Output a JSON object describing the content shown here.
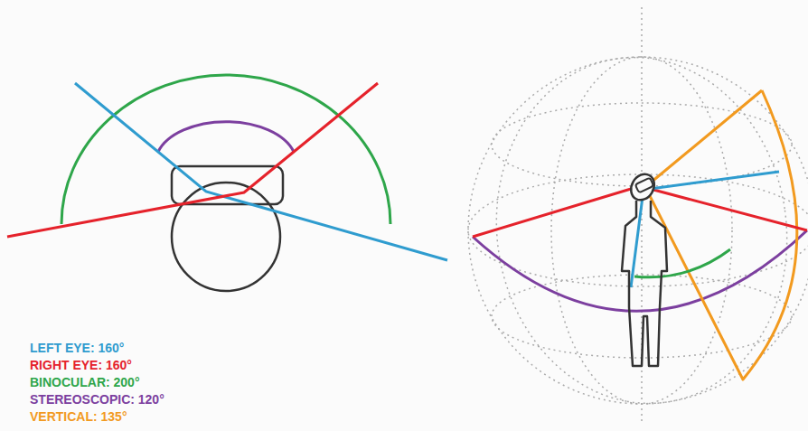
{
  "diagram": {
    "legend": [
      {
        "text": "LEFT EYE: 160°",
        "color": "#2f9ccf"
      },
      {
        "text": "RIGHT EYE: 160°",
        "color": "#e5222b"
      },
      {
        "text": "BINOCULAR: 200°",
        "color": "#2ea64a"
      },
      {
        "text": "STEREOSCOPIC: 120°",
        "color": "#7c3f9f"
      },
      {
        "text": "VERTICAL: 135°",
        "color": "#f29a1f"
      }
    ]
  }
}
